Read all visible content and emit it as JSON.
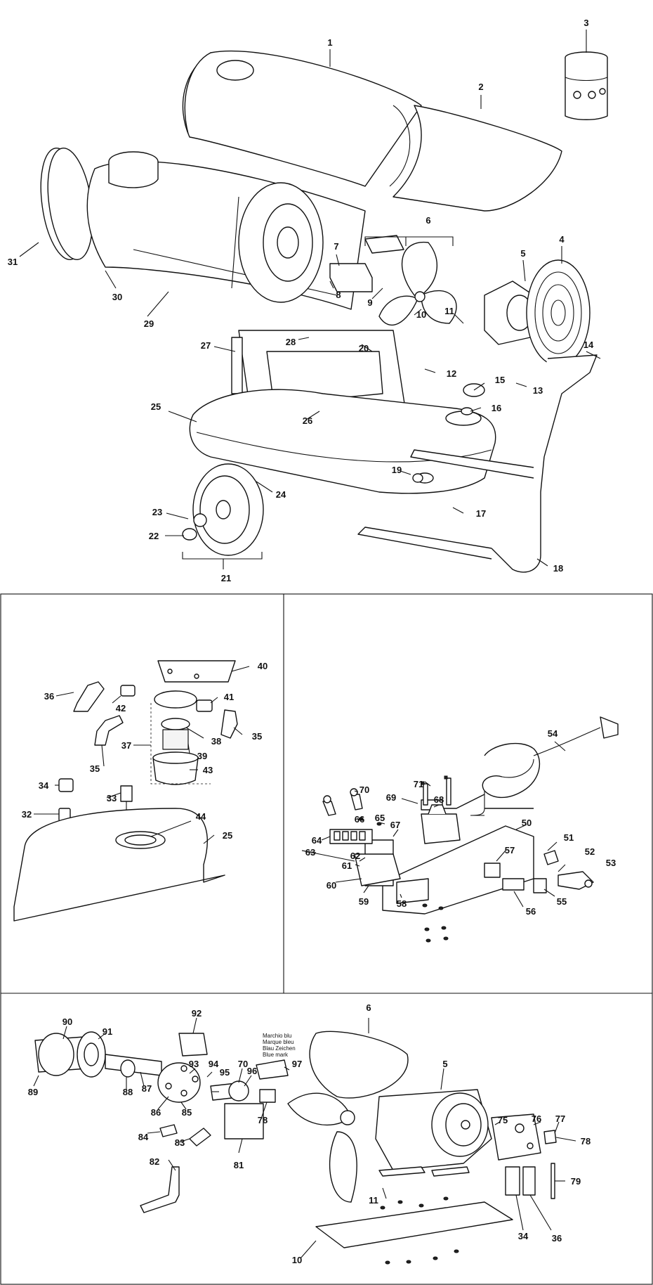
{
  "callouts": {
    "main": [
      "1",
      "2",
      "3",
      "4",
      "5",
      "6",
      "7",
      "8",
      "9",
      "10",
      "11",
      "12",
      "13",
      "14",
      "15",
      "16",
      "17",
      "18",
      "19",
      "20",
      "21",
      "22",
      "23",
      "24",
      "25",
      "26",
      "27",
      "28",
      "29",
      "30",
      "31"
    ],
    "tank": [
      "36",
      "42",
      "40",
      "41",
      "38",
      "35",
      "37",
      "39",
      "43",
      "35",
      "34",
      "33",
      "32",
      "44",
      "25"
    ],
    "electrical": [
      "54",
      "71",
      "70",
      "68",
      "69",
      "66",
      "65",
      "67",
      "64",
      "63",
      "62",
      "61",
      "60",
      "59",
      "58",
      "50",
      "57",
      "51",
      "52",
      "53",
      "55",
      "56"
    ],
    "burner": [
      "90",
      "91",
      "92",
      "89",
      "88",
      "87",
      "93",
      "94",
      "95",
      "70",
      "96",
      "97",
      "86",
      "85",
      "78",
      "84",
      "83",
      "82",
      "81",
      "6",
      "5",
      "75",
      "76",
      "77",
      "78",
      "79",
      "11",
      "34",
      "36",
      "10"
    ]
  },
  "blue_mark_note": [
    "Marchio blu",
    "Marque bleu",
    "Blau Zeichen",
    "Blue mark"
  ]
}
